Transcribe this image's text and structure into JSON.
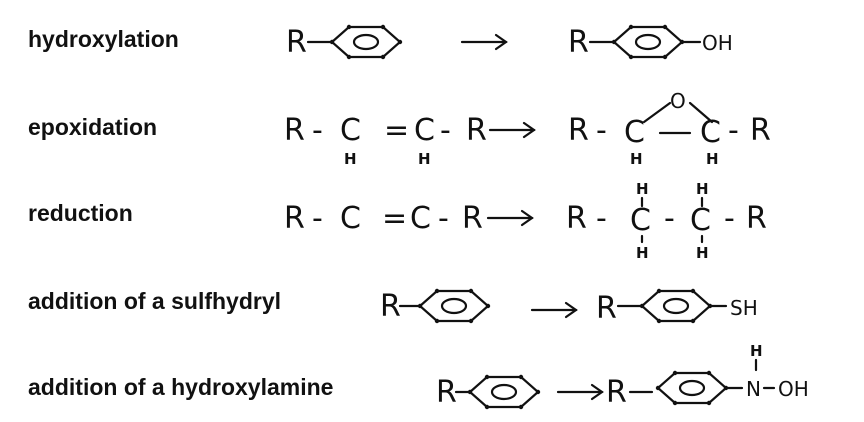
{
  "reactions": [
    {
      "label": "hydroxylation"
    },
    {
      "label": "epoxidation"
    },
    {
      "label": "reduction"
    },
    {
      "label": "addition of a sulfhydryl"
    },
    {
      "label": "addition of a hydroxylamine"
    }
  ],
  "symbols": {
    "R": "R",
    "C": "C",
    "H": "H",
    "O": "O",
    "N": "N",
    "OH": "OH",
    "SH": "SH",
    "dash": "-",
    "double_bond": "=",
    "arrow": "→"
  }
}
